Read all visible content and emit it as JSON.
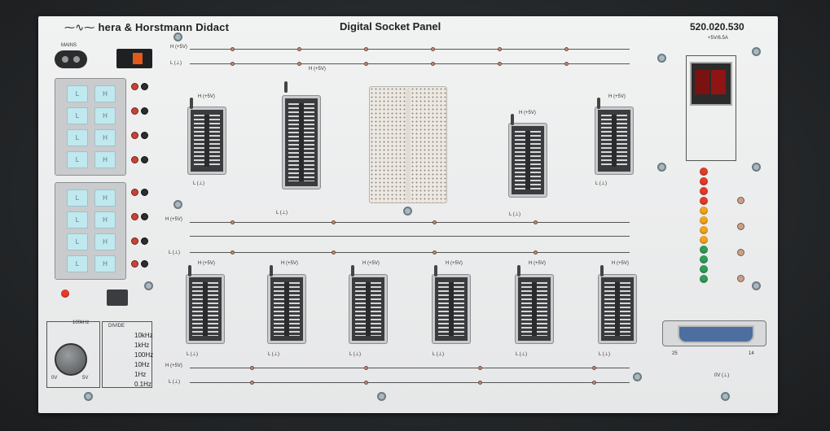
{
  "panel": {
    "brand": "hera & Horstmann Didact",
    "title": "Digital Socket Panel",
    "part_number": "520.020.530",
    "mains_label": "MAINS",
    "supply_label": "+5V/6.5A"
  },
  "keypad_top": {
    "keys": [
      "L",
      "H",
      "L",
      "H",
      "L",
      "H",
      "L",
      "H"
    ]
  },
  "keypad_bottom": {
    "keys": [
      "L",
      "H",
      "L",
      "H",
      "L",
      "H",
      "L",
      "H"
    ]
  },
  "rail_labels": {
    "h": "H (+5V)",
    "l": "L (⊥)"
  },
  "socket_labels": {
    "h": "H (+5V)",
    "l": "L (⊥)"
  },
  "clock": {
    "divide_label": "DIVIDE",
    "preset": "100kHz",
    "frequencies": [
      "10kHz",
      "1kHz",
      "100Hz",
      "10Hz",
      "1Hz",
      "0.1Hz"
    ],
    "knob_min": "0V",
    "knob_max": "5V"
  },
  "subd": {
    "pin_left": "25",
    "pin_right": "14",
    "label": "0V (⊥)"
  },
  "led_colors": [
    "#e53b2b",
    "#e53b2b",
    "#e53b2b",
    "#e53b2b",
    "#f2a51e",
    "#f2a51e",
    "#f2a51e",
    "#f2a51e",
    "#2f9e57",
    "#2f9e57",
    "#2f9e57",
    "#2f9e57"
  ]
}
